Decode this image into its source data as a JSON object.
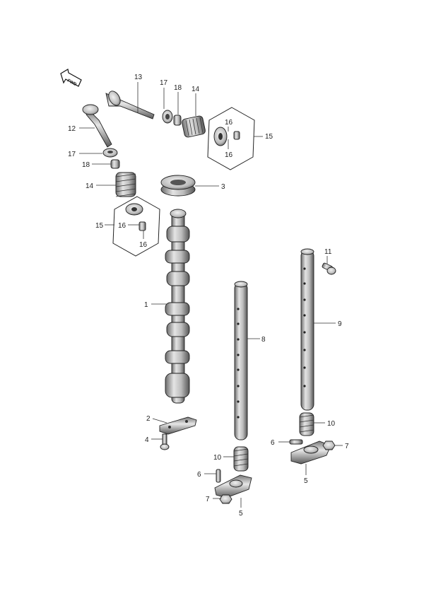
{
  "fwd_label": "FWD",
  "callouts": {
    "c1": "1",
    "c2": "2",
    "c3": "3",
    "c4": "4",
    "c5a": "5",
    "c5b": "5",
    "c6a": "6",
    "c6b": "6",
    "c7a": "7",
    "c7b": "7",
    "c8": "8",
    "c9": "9",
    "c10a": "10",
    "c10b": "10",
    "c11": "11",
    "c12": "12",
    "c13": "13",
    "c14a": "14",
    "c14b": "14",
    "c15a": "15",
    "c15b": "15",
    "c16a": "16",
    "c16b": "16",
    "c16c": "16",
    "c16d": "16",
    "c17a": "17",
    "c17b": "17",
    "c18a": "18",
    "c18b": "18"
  }
}
